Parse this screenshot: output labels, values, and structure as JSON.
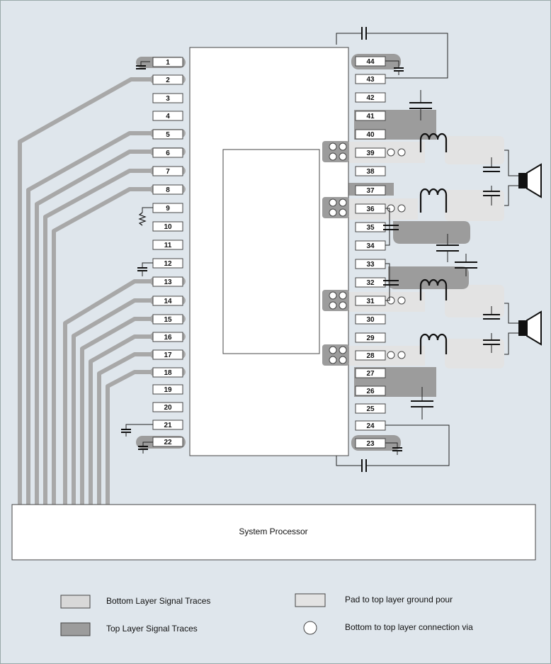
{
  "colors": {
    "background": "#dfe6ec",
    "bottom_layer_trace": "#d8d8d8",
    "top_layer_trace": "#9c9c9c",
    "ground_pour": "#e3e3e3",
    "via": "#ffffff"
  },
  "left_pins": [
    "1",
    "2",
    "3",
    "4",
    "5",
    "6",
    "7",
    "8",
    "9",
    "10",
    "11",
    "12",
    "13",
    "14",
    "15",
    "16",
    "17",
    "18",
    "19",
    "20",
    "21",
    "22"
  ],
  "right_pins": [
    "44",
    "43",
    "42",
    "41",
    "40",
    "39",
    "38",
    "37",
    "36",
    "35",
    "34",
    "33",
    "32",
    "31",
    "30",
    "29",
    "28",
    "27",
    "26",
    "25",
    "24",
    "23"
  ],
  "processor": {
    "label": "System Processor"
  },
  "legend": {
    "bottom_layer": "Bottom Layer Signal Traces",
    "top_layer": "Top Layer Signal Traces",
    "ground_pour": "Pad to top layer ground pour",
    "via": "Bottom to top layer connection via"
  },
  "icons": {
    "speaker": "speaker-icon",
    "inductor": "inductor-icon",
    "capacitor": "capacitor-icon",
    "resistor": "resistor-icon"
  }
}
